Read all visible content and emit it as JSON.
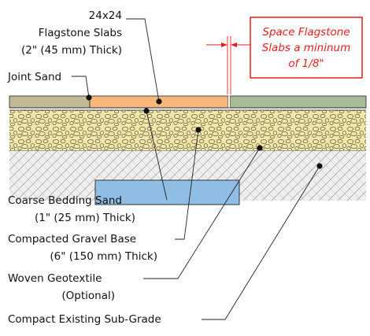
{
  "labels": {
    "flagstone_line1": "24x24",
    "flagstone_line2": "Flagstone Slabs",
    "flagstone_line3": "(2\" (45 mm) Thick)",
    "joint_sand": "Joint Sand",
    "bedding_line1": "Coarse Bedding Sand",
    "bedding_line2": "(1\" (25 mm) Thick)",
    "gravel_line1": "Compacted Gravel Base",
    "gravel_line2": "(6\" (150 mm) Thick)",
    "geotextile_line1": "Woven Geotextile",
    "geotextile_line2": "(Optional)",
    "subgrade": "Compact Existing Sub-Grade"
  },
  "note": {
    "line1": "Space Flagstone",
    "line2": "Slabs a mininum",
    "line3": "of 1/8\""
  },
  "colors": {
    "slab_left": "#c3b994",
    "slab_center": "#f7b77a",
    "slab_right": "#a7bb97",
    "gravel_fill": "#f2e7a6",
    "subgrade_fill": "#eeeeee",
    "bedding_box_fill": "#8fbde3",
    "accent_red": "#e2201c"
  }
}
